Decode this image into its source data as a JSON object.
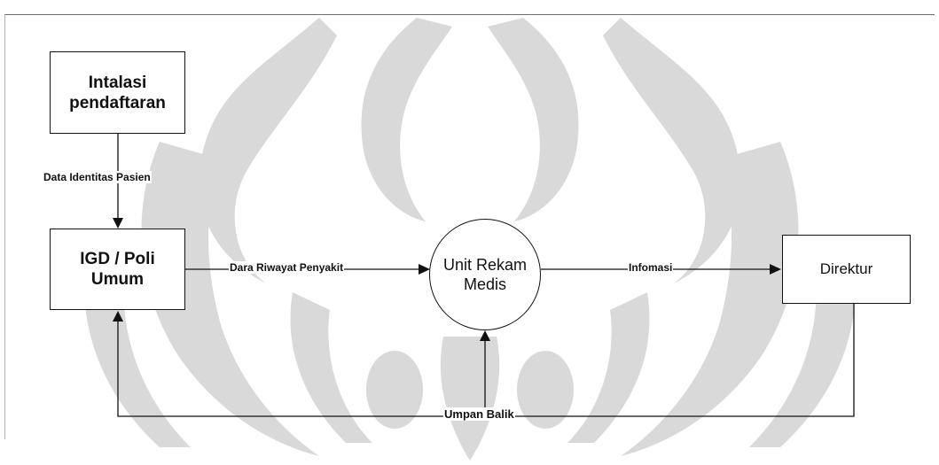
{
  "diagram": {
    "nodes": {
      "instalasi": {
        "line1": "Intalasi",
        "line2": "pendaftaran"
      },
      "igd": {
        "line1": "IGD / Poli",
        "line2": "Umum"
      },
      "urm": {
        "line1": "Unit Rekam",
        "line2": "Medis"
      },
      "direktur": {
        "label": "Direktur"
      }
    },
    "flows": {
      "data_identitas": "Data Identitas Pasien",
      "riwayat": "Dara Riwayat Penyakit",
      "informasi": "Infomasi",
      "umpan_balik": "Umpan Balik"
    }
  },
  "colors": {
    "line": "#111111",
    "watermark": "#d9d9d9"
  }
}
